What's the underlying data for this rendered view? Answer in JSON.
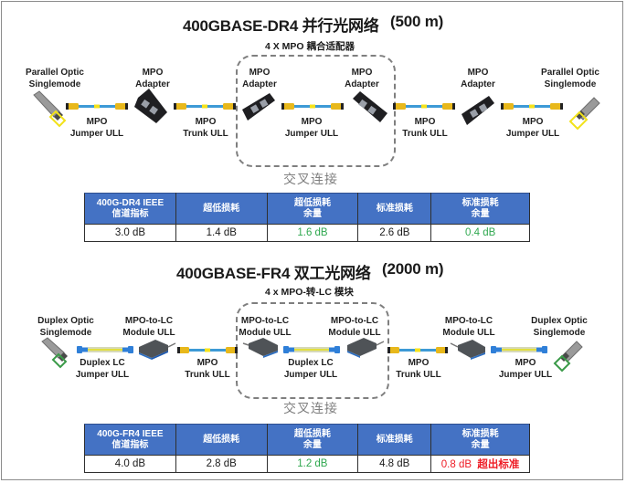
{
  "sections": [
    {
      "title": "400GBASE-DR4  并行光网络",
      "distance": "(500 m)",
      "subtitle": "4 X MPO  耦合适配器",
      "cross_connect_label": "交叉连接",
      "top_labels": [
        [
          "Parallel Optic",
          "Singlemode"
        ],
        [
          "MPO",
          "Adapter"
        ],
        [
          "MPO",
          "Adapter"
        ],
        [
          "MPO",
          "Adapter"
        ],
        [
          "MPO",
          "Adapter"
        ],
        [
          "Parallel Optic",
          "Singlemode"
        ]
      ],
      "bottom_labels": [
        [
          "MPO",
          "Jumper ULL"
        ],
        [
          "MPO",
          "Trunk ULL"
        ],
        [
          "MPO",
          "Jumper ULL"
        ],
        [
          "MPO",
          "Trunk ULL"
        ],
        [
          "MPO",
          "Jumper ULL"
        ]
      ],
      "table": {
        "headers": [
          [
            "400G-DR4 IEEE",
            "信道指标"
          ],
          [
            "超低损耗",
            ""
          ],
          [
            "超低损耗",
            "余量"
          ],
          [
            "标准损耗",
            ""
          ],
          [
            "标准损耗",
            "余量"
          ]
        ],
        "values": [
          "3.0 dB",
          "1.4 dB",
          "1.6 dB",
          "2.6 dB",
          "0.4 dB"
        ],
        "value_colors": [
          "normal",
          "normal",
          "green",
          "normal",
          "green"
        ],
        "extra_note": ""
      }
    },
    {
      "title": "400GBASE-FR4   双工光网络",
      "distance": "(2000 m)",
      "subtitle": "4 x MPO-转-LC 模块",
      "cross_connect_label": "交叉连接",
      "top_labels": [
        [
          "Duplex Optic",
          "Singlemode"
        ],
        [
          "MPO-to-LC",
          "Module ULL"
        ],
        [
          "MPO-to-LC",
          "Module ULL"
        ],
        [
          "MPO-to-LC",
          "Module ULL"
        ],
        [
          "MPO-to-LC",
          "Module ULL"
        ],
        [
          "Duplex Optic",
          "Singlemode"
        ]
      ],
      "bottom_labels": [
        [
          "Duplex LC",
          "Jumper ULL"
        ],
        [
          "MPO",
          "Trunk ULL"
        ],
        [
          "Duplex LC",
          "Jumper ULL"
        ],
        [
          "MPO",
          "Trunk ULL"
        ],
        [
          "MPO",
          "Jumper ULL"
        ]
      ],
      "table": {
        "headers": [
          [
            "400G-FR4 IEEE",
            "信道指标"
          ],
          [
            "超低损耗",
            ""
          ],
          [
            "超低损耗",
            "余量"
          ],
          [
            "标准损耗",
            ""
          ],
          [
            "标准损耗",
            "余量"
          ]
        ],
        "values": [
          "4.0 dB",
          "2.8 dB",
          "1.2 dB",
          "4.8 dB",
          "0.8 dB"
        ],
        "value_colors": [
          "normal",
          "normal",
          "green",
          "normal",
          "red"
        ],
        "extra_note": "超出标准"
      }
    }
  ],
  "colors": {
    "table_header": "#4472c4",
    "ok_margin": "#2fa84f",
    "exceeded": "#ee1c25",
    "cross_connect": "#7f7f7f",
    "mpo_connector": "#f0c419",
    "fiber_blue": "#3d9ad6",
    "lc_connector": "#2f7fd8",
    "dr4_transceiver_latch": "#f2e21a",
    "fr4_transceiver_latch": "#3a9a48"
  }
}
